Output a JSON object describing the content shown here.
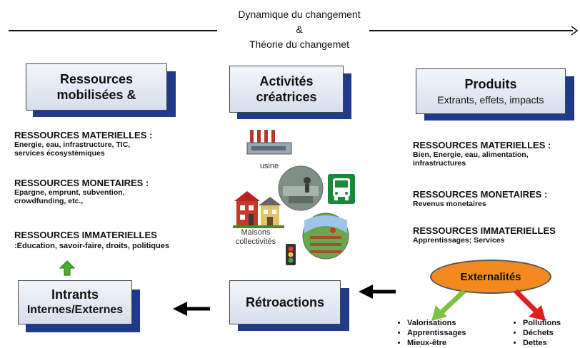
{
  "header": {
    "line1": "Dynamique du changement",
    "line2": "&",
    "line3": "Théorie du changemet"
  },
  "boxes": {
    "ressources": {
      "title_line1": "Ressources",
      "title_line2": "mobilisées &"
    },
    "activites": {
      "title_line1": "Activités",
      "title_line2": "créatrices"
    },
    "produits": {
      "title": "Produits",
      "subtitle": "Extrants, effets, impacts"
    },
    "intrants": {
      "title": "Intrants",
      "subtitle": "Internes/Externes"
    },
    "retroactions": {
      "title": "Rétroactions"
    }
  },
  "left_sections": [
    {
      "title": "RESSOURCES MATERIELLES :",
      "text_line1": "Energie, eau, infrastructure, TIC,",
      "text_line2": "services écosystèmiques"
    },
    {
      "title": "RESSOURCES MONETAIRES :",
      "text_line1": "Epargne, emprunt, subvention,",
      "text_line2": "crowdfunding, etc.,"
    },
    {
      "title": "RESSOURCES IMMATERIELLES",
      "text_line1": ":Education, savoir-faire, droits, politiques",
      "text_line2": ""
    }
  ],
  "right_sections": [
    {
      "title": "RESSOURCES MATERIELLES :",
      "text_line1": "Bien, Energie, eau, alimentation,",
      "text_line2": "infrastructures"
    },
    {
      "title": "RESSOURCES MONETAIRES :",
      "text_line1": "Revenus monetaires",
      "text_line2": ""
    },
    {
      "title": "RESSOURCES IMMATERIELLES",
      "text_line1": "Apprentissages; Services",
      "text_line2": ""
    }
  ],
  "illustrations": {
    "factory_label": "usine",
    "houses_label_line1": "Maisons",
    "houses_label_line2": "collectivités"
  },
  "externalites": {
    "label": "Externalités",
    "positive": [
      "Valorisations",
      "Apprentissages",
      "Mieux-être"
    ],
    "negative": [
      "Pollutions",
      "Déchets",
      "Dettes"
    ]
  },
  "colors": {
    "box_shadow": "#1f3a8a",
    "externalites_fill": "#f28a20",
    "positive_arrow": "#7cc242",
    "negative_arrow": "#e02020",
    "up_arrow": "#4caf2a"
  }
}
